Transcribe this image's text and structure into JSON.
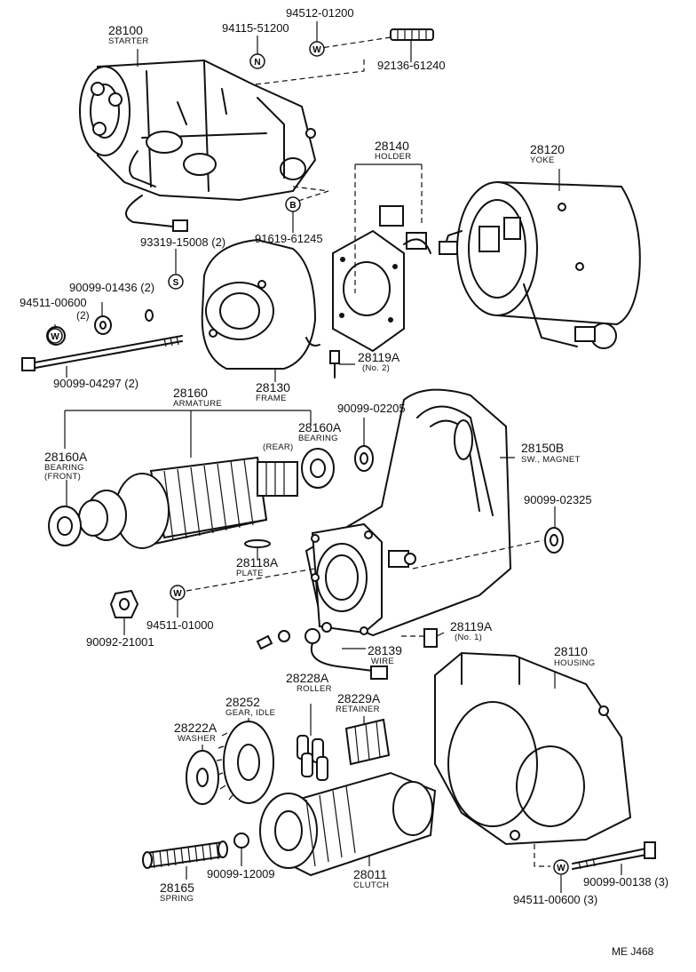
{
  "parts": {
    "starter": {
      "number": "28100",
      "name": "STARTER"
    },
    "nut_top": {
      "number": "94115-51200"
    },
    "washer_top": {
      "number": "94512-01200"
    },
    "stud_top": {
      "number": "92136-61240"
    },
    "bolt_b": {
      "number": "91619-61245"
    },
    "holder": {
      "number": "28140",
      "name": "HOLDER"
    },
    "yoke": {
      "number": "28120",
      "name": "YOKE"
    },
    "screw_s": {
      "number": "93319-15008 (2)"
    },
    "washer_900": {
      "number": "90099-01436 (2)"
    },
    "washer_945": {
      "number": "94511-00600",
      "qty": "(2)"
    },
    "frame": {
      "number": "28130",
      "name": "FRAME"
    },
    "brush_no2": {
      "number": "28119A",
      "name": "(No. 2)"
    },
    "through_bolt": {
      "number": "90099-04297 (2)"
    },
    "armature": {
      "number": "28160",
      "name": "ARMATURE"
    },
    "bearing_rear": {
      "number": "28160A",
      "name": "BEARING",
      "extra": "(REAR)"
    },
    "washer_02205": {
      "number": "90099-02205"
    },
    "bearing_front": {
      "number": "28160A",
      "name": "BEARING",
      "extra": "(FRONT)"
    },
    "magnet_switch": {
      "number": "28150B",
      "name": "SW., MAGNET"
    },
    "washer_02325": {
      "number": "90099-02325"
    },
    "plate": {
      "number": "28118A",
      "name": "PLATE"
    },
    "nut_21001": {
      "number": "90092-21001"
    },
    "washer_01000": {
      "number": "94511-01000"
    },
    "brush_no1": {
      "number": "28119A",
      "name": "(No. 1)"
    },
    "wire": {
      "number": "28139",
      "name": "WIRE"
    },
    "housing": {
      "number": "28110",
      "name": "HOUSING"
    },
    "roller": {
      "number": "28228A",
      "name": "ROLLER"
    },
    "idle_gear": {
      "number": "28252",
      "name": "GEAR, IDLE"
    },
    "washer_28222": {
      "number": "28222A",
      "name": "WASHER"
    },
    "retainer": {
      "number": "28229A",
      "name": "RETAINER"
    },
    "clutch": {
      "number": "28011",
      "name": "CLUTCH"
    },
    "spring": {
      "number": "28165",
      "name": "SPRING"
    },
    "ball": {
      "number": "90099-12009"
    },
    "bolt_00138": {
      "number": "90099-00138 (3)"
    },
    "washer_00600": {
      "number": "94511-00600 (3)"
    }
  },
  "markers": {
    "n": "N",
    "w": "W",
    "b": "B",
    "s": "S"
  },
  "footer": {
    "code": "ME  J468"
  }
}
